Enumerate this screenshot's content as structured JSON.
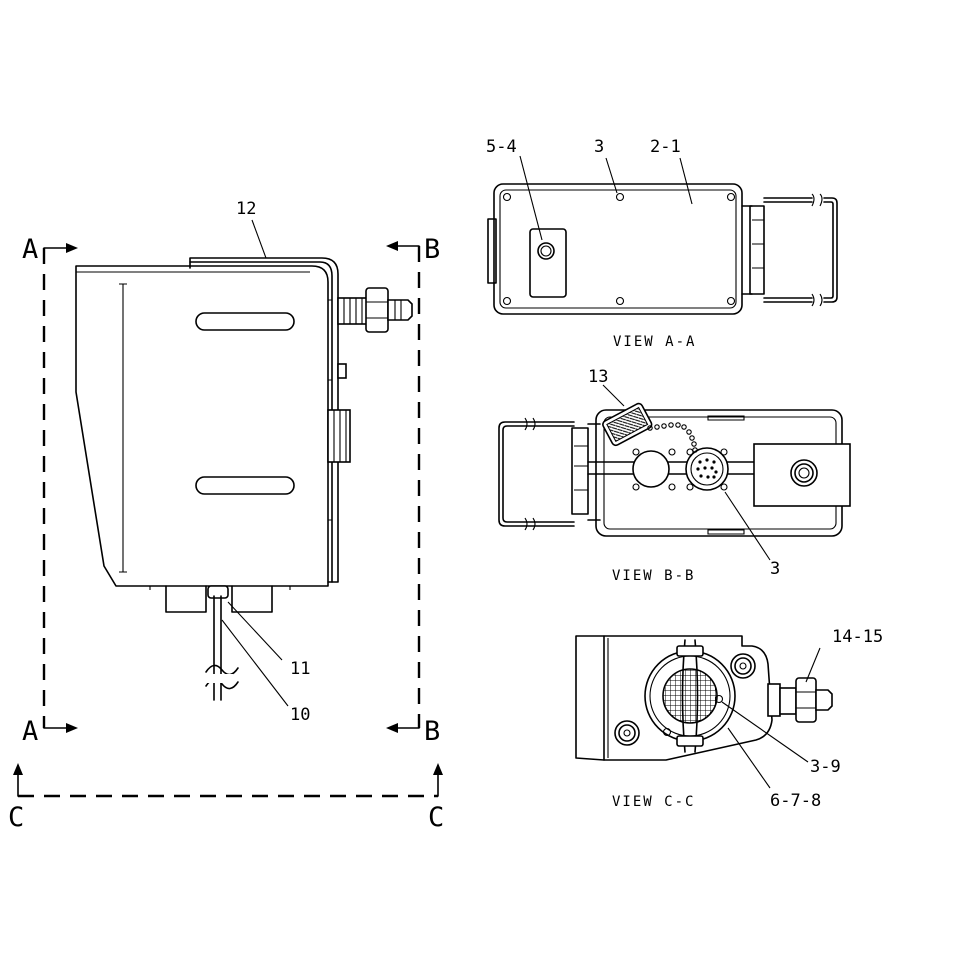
{
  "callouts": {
    "c12": "12",
    "c11": "11",
    "c10": "10",
    "c5_4": "5-4",
    "c3_top": "3",
    "c2_1": "2-1",
    "c13": "13",
    "c3_bb": "3",
    "c14_15": "14-15",
    "c3_9": "3-9",
    "c6_7_8": "6-7-8"
  },
  "sections": {
    "a_top": "A",
    "b_top": "B",
    "a_bottom": "A",
    "b_bottom": "B",
    "c_left": "C",
    "c_right": "C"
  },
  "views": {
    "aa": "VIEW A-A",
    "bb": "VIEW B-B",
    "cc": "VIEW C-C"
  }
}
